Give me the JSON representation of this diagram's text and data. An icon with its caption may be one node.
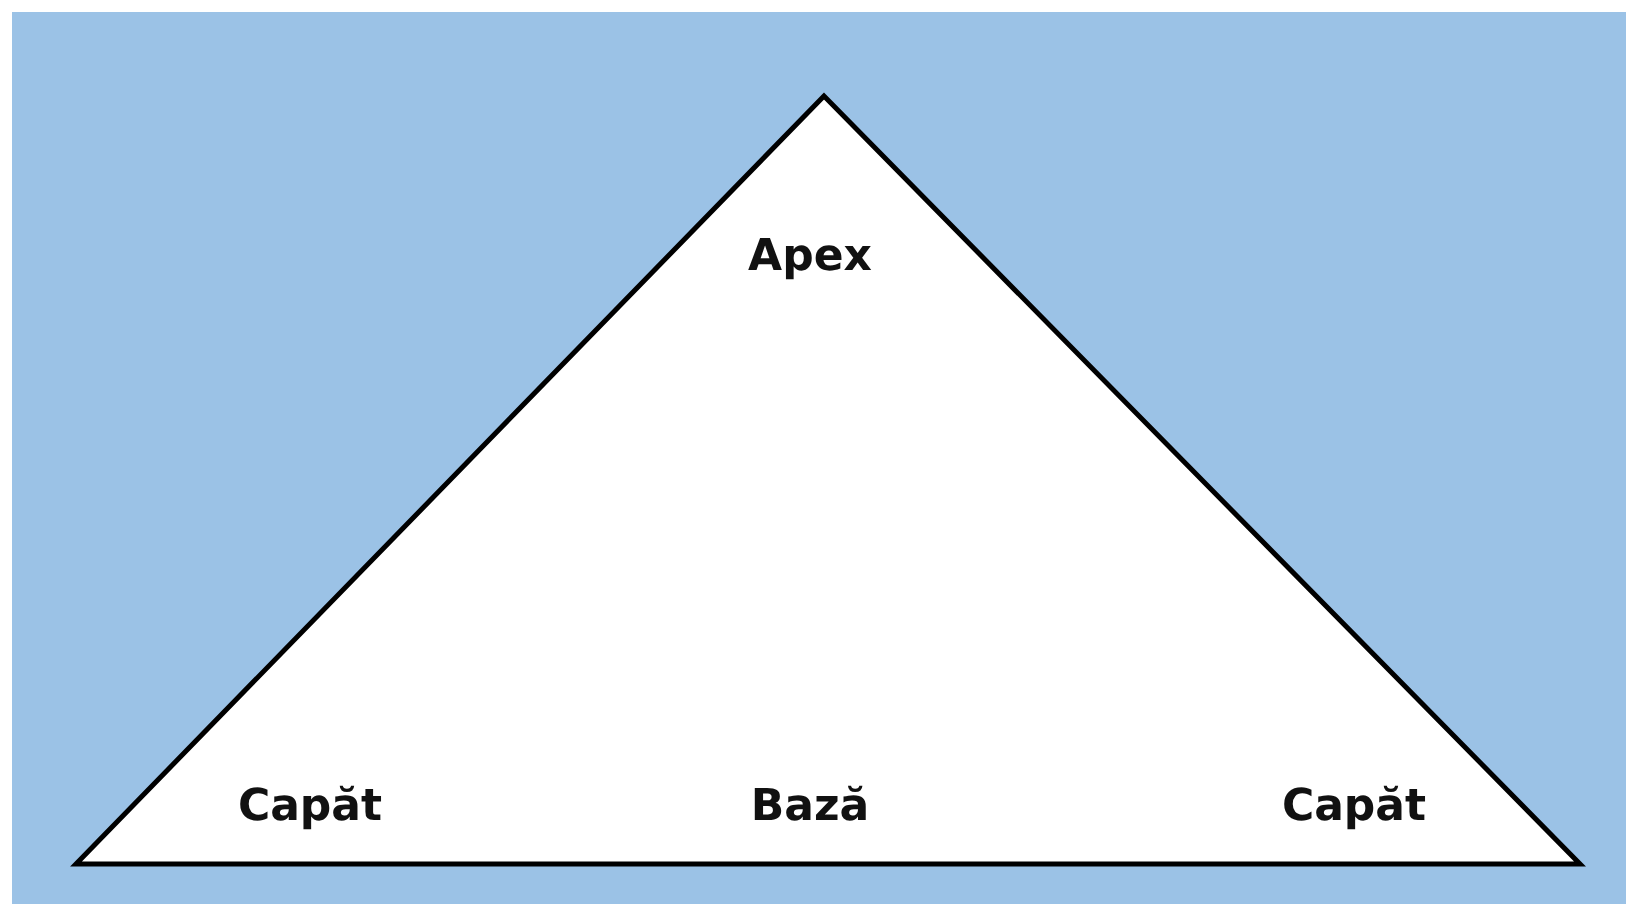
{
  "diagram": {
    "nodes": [
      {
        "text": [
          "Apex",
          "Capăt",
          "Bază",
          "Capăt"
        ]
      }
    ]
  }
}
